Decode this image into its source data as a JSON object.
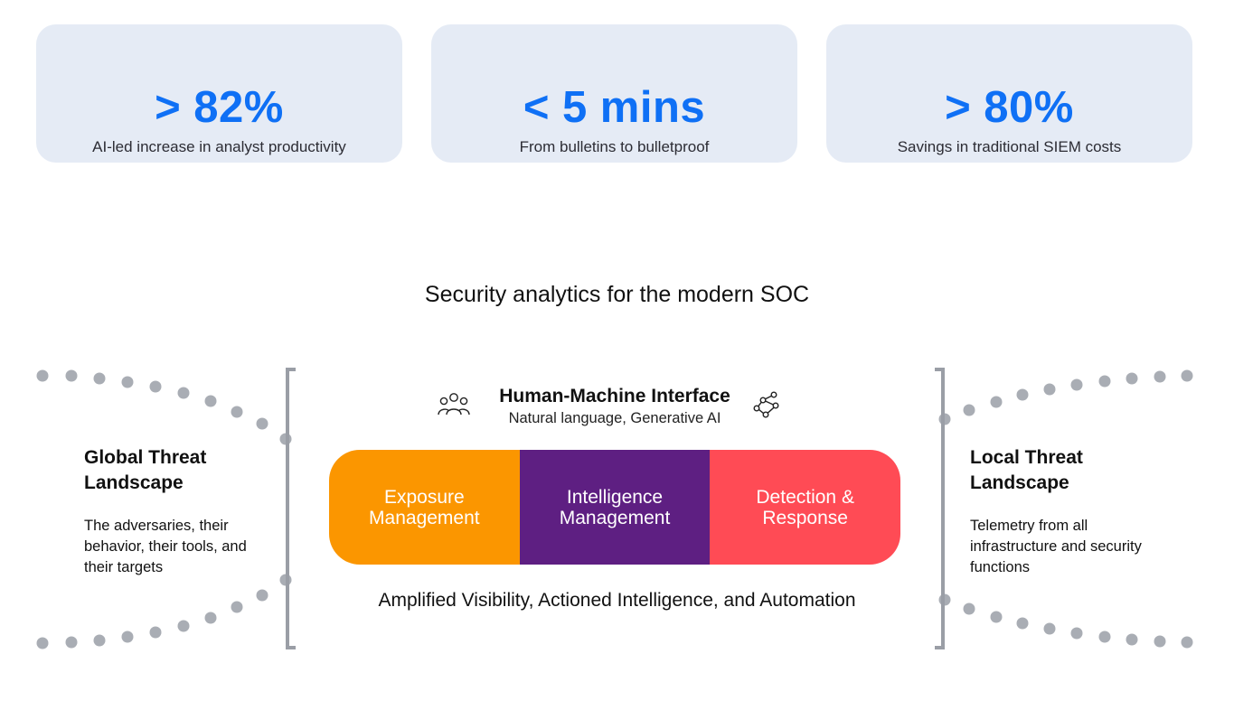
{
  "stats": [
    {
      "symbol": ">",
      "value": "82%",
      "label": "AI-led increase in analyst productivity"
    },
    {
      "symbol": "<",
      "value": "5 mins",
      "label": "From bulletins to bulletproof"
    },
    {
      "symbol": ">",
      "value": "80%",
      "label": "Savings in traditional SIEM costs"
    }
  ],
  "heading": "Security analytics for the modern SOC",
  "left": {
    "title": "Global Threat Landscape",
    "description": "The adversaries, their behavior, their tools, and their targets"
  },
  "right": {
    "title": "Local Threat Landscape",
    "description": "Telemetry from all infrastructure and security functions"
  },
  "hmi": {
    "title": "Human-Machine Interface",
    "subtitle": "Natural language, Generative AI",
    "icons": [
      "people-icon",
      "network-icon"
    ]
  },
  "segments": [
    {
      "label": "Exposure Management",
      "color": "#fb9600"
    },
    {
      "label": "Intelligence Management",
      "color": "#5e1f82"
    },
    {
      "label": "Detection & Response",
      "color": "#ff4b55"
    }
  ],
  "tagline": "Amplified Visibility, Actioned Intelligence, and Automation",
  "colors": {
    "accent": "#0f70f5",
    "card_bg": "#e5ebf5",
    "dots": "#a9adb4",
    "bracket": "#9a9ea6"
  }
}
